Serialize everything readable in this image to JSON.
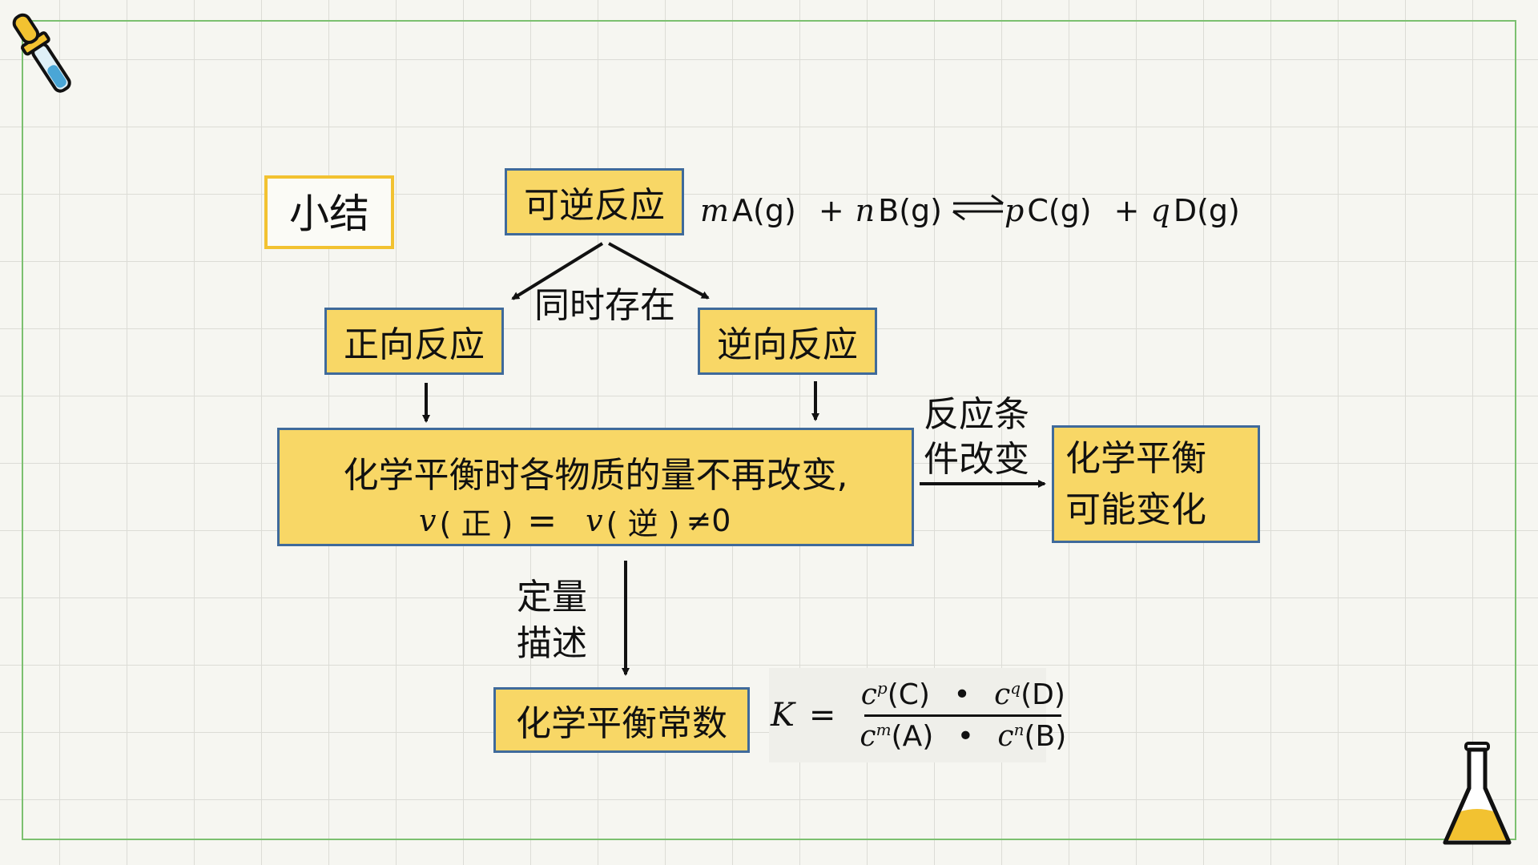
{
  "summary_label": "小结",
  "nodes": {
    "reversible_reaction": "可逆反应",
    "forward_reaction": "正向反应",
    "reverse_reaction": "逆向反应",
    "equilibrium_line1": "化学平衡时各物质的量不再改变,",
    "equilibrium_possible_change_l1": "化学平衡",
    "equilibrium_possible_change_l2": "可能变化",
    "equilibrium_constant": "化学平衡常数"
  },
  "edge_labels": {
    "coexist": "同时存在",
    "condition_change_l1": "反应条",
    "condition_change_l2": "件改变",
    "quantitative_l1": "定量",
    "quantitative_l2": "描述"
  },
  "reaction_equation": {
    "m": "m",
    "A": "A(g)",
    "plus1": "+",
    "n": "n",
    "B": "B(g)",
    "p": "p",
    "C": "C(g)",
    "plus2": "+",
    "q": "q",
    "D": "D(g)"
  },
  "rate_equation": {
    "v1": "v",
    "forward": "( 正 )",
    "equals": "=",
    "v2": "v",
    "reverse": "( 逆 )",
    "neq_zero": "≠0"
  },
  "k_expression": {
    "K": "K",
    "equals": "=",
    "num_c1": "c",
    "num_p": "p",
    "num_C": "(C)",
    "dot1": "•",
    "num_c2": "c",
    "num_q": "q",
    "num_D": "(D)",
    "den_c1": "c",
    "den_m": "m",
    "den_A": "(A)",
    "dot2": "•",
    "den_c2": "c",
    "den_n": "n",
    "den_B": "(B)"
  },
  "colors": {
    "box_fill": "#f8d766",
    "box_border": "#3f6a9b",
    "title_border": "#f2c231",
    "frame": "#7cc070",
    "background": "#f6f6f1"
  },
  "icons": [
    "dropper-icon",
    "flask-icon"
  ]
}
